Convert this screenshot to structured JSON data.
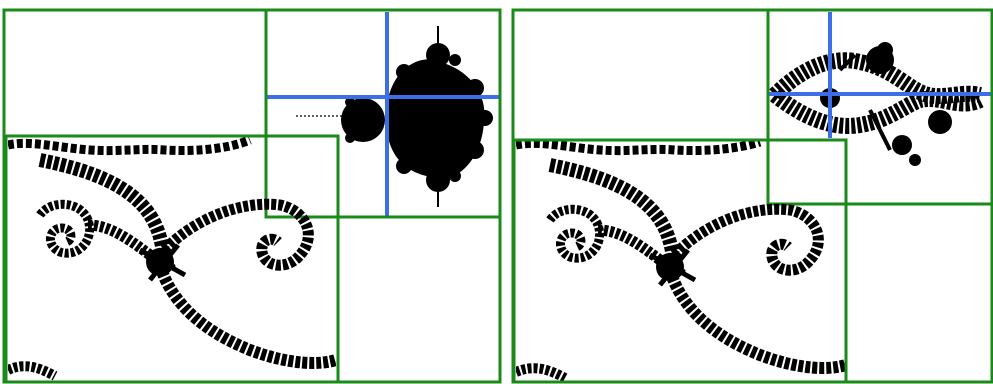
{
  "figure": {
    "panels": [
      {
        "panel_id": "left",
        "fractal_set": "mandelbrot",
        "preview_fractal_set": "mandelbrot",
        "main_fractal_set": "julia",
        "crosshair_color": "#3c6ee6",
        "frame_color": "#1a8a1a"
      },
      {
        "panel_id": "right",
        "preview_fractal_set": "julia",
        "main_fractal_set": "julia",
        "crosshair_color": "#3c6ee6",
        "frame_color": "#1a8a1a"
      }
    ]
  }
}
